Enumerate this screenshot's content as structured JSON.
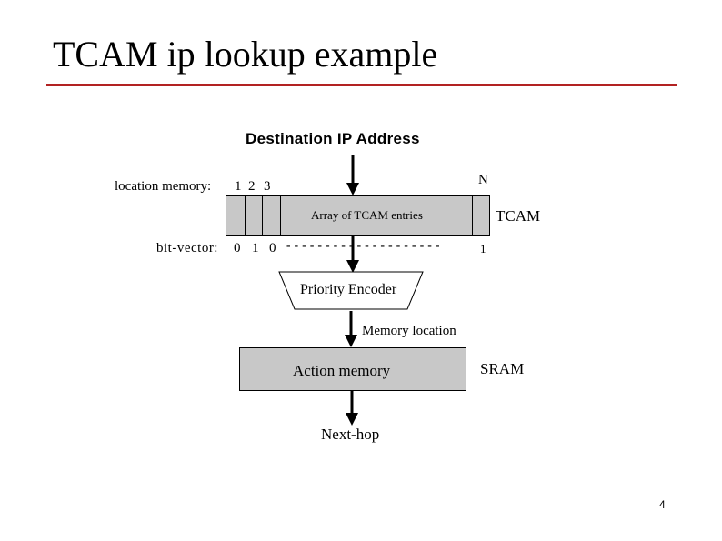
{
  "slide": {
    "title": "TCAM ip lookup example",
    "page_number": "4"
  },
  "diagram": {
    "destination_label": "Destination IP Address",
    "location_memory_label": "location memory:",
    "location_indices": [
      "1",
      "2",
      "3"
    ],
    "location_last": "N",
    "tcam_box_label": "Array of TCAM entries",
    "tcam_side_label": "TCAM",
    "bit_vector_label": "bit-vector:",
    "bit_values": [
      "0",
      "1",
      "0"
    ],
    "bit_vector_dashes": "--------------------",
    "bit_last": "1",
    "priority_encoder_label": "Priority Encoder",
    "memory_location_label": "Memory location",
    "action_memory_label": "Action memory",
    "sram_label": "SRAM",
    "next_hop_label": "Next-hop"
  },
  "colors": {
    "title_rule": "#b22222",
    "box_fill": "#c8c8c8"
  }
}
